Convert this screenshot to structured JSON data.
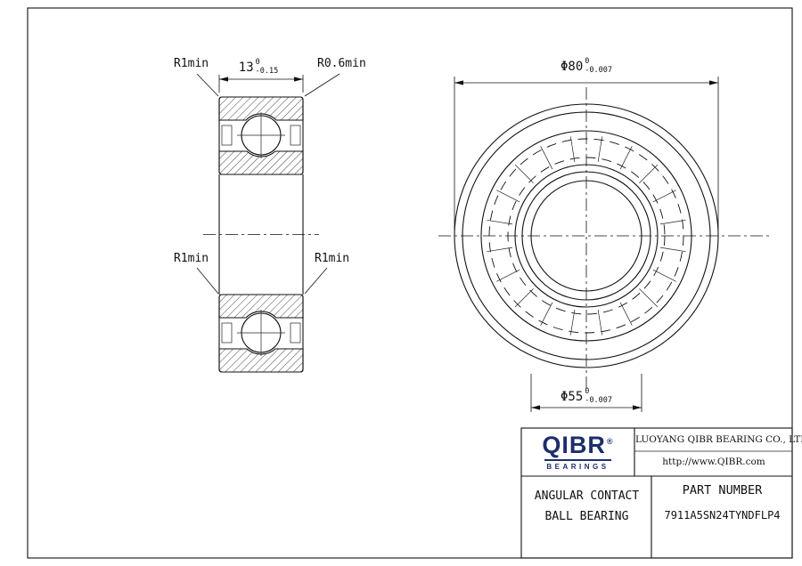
{
  "section_view": {
    "label_r_top_left": "R1min",
    "label_r_top_right": "R0.6min",
    "label_r_mid_left": "R1min",
    "label_r_mid_right": "R1min",
    "dim_width": {
      "value": "13",
      "tol_upper": "0",
      "tol_lower": "-0.15"
    }
  },
  "front_view": {
    "dim_outer_diameter": {
      "value": "Φ80",
      "tol_upper": "0",
      "tol_lower": "-0.007"
    },
    "dim_bore_diameter": {
      "value": "Φ55",
      "tol_upper": "0",
      "tol_lower": "-0.007"
    }
  },
  "title_block": {
    "logo_text": "QIBR",
    "logo_registered": "®",
    "logo_subtext": "BEARINGS",
    "company_name": "LUOYANG QIBR BEARING CO., LTD",
    "website": "http://www.QIBR.com",
    "product_type_line1": "ANGULAR CONTACT",
    "product_type_line2": "BALL BEARING",
    "part_number_label": "PART NUMBER",
    "part_number": "7911A5SN24TYNDFLP4"
  },
  "colors": {
    "line": "#111111",
    "logo_navy": "#1c2e6b",
    "background": "#ffffff"
  }
}
